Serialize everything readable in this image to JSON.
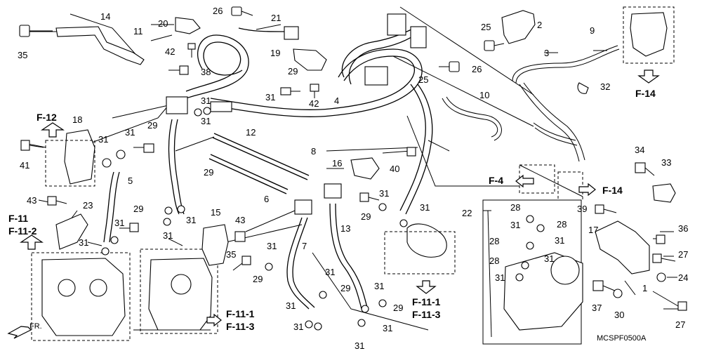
{
  "callouts": {
    "c1": "1",
    "c2": "2",
    "c3": "3",
    "c4": "4",
    "c5": "5",
    "c6": "6",
    "c7": "7",
    "c8": "8",
    "c9": "9",
    "c10": "10",
    "c11": "11",
    "c12": "12",
    "c13": "13",
    "c14": "14",
    "c15": "15",
    "c16": "16",
    "c17": "17",
    "c18": "18",
    "c19": "19",
    "c20": "20",
    "c21": "21",
    "c22": "22",
    "c23": "23",
    "c24": "24",
    "c25": "25",
    "c26": "26",
    "c27": "27",
    "c28": "28",
    "c29": "29",
    "c30": "30",
    "c31": "31",
    "c32": "32",
    "c33": "33",
    "c34": "34",
    "c35": "35",
    "c36": "36",
    "c37": "37",
    "c38": "38",
    "c39": "39",
    "c40": "40",
    "c41": "41",
    "c42": "42",
    "c43": "43"
  },
  "refs": {
    "f12": "F-12",
    "f14": "F-14",
    "f4": "F-4",
    "f11": "F-11",
    "f11_2": "F-11-2",
    "f11_1": "F-11-1",
    "f11_3": "F-11-3"
  },
  "orientation": "FR.",
  "diagram_code": "MCSPF0500A"
}
